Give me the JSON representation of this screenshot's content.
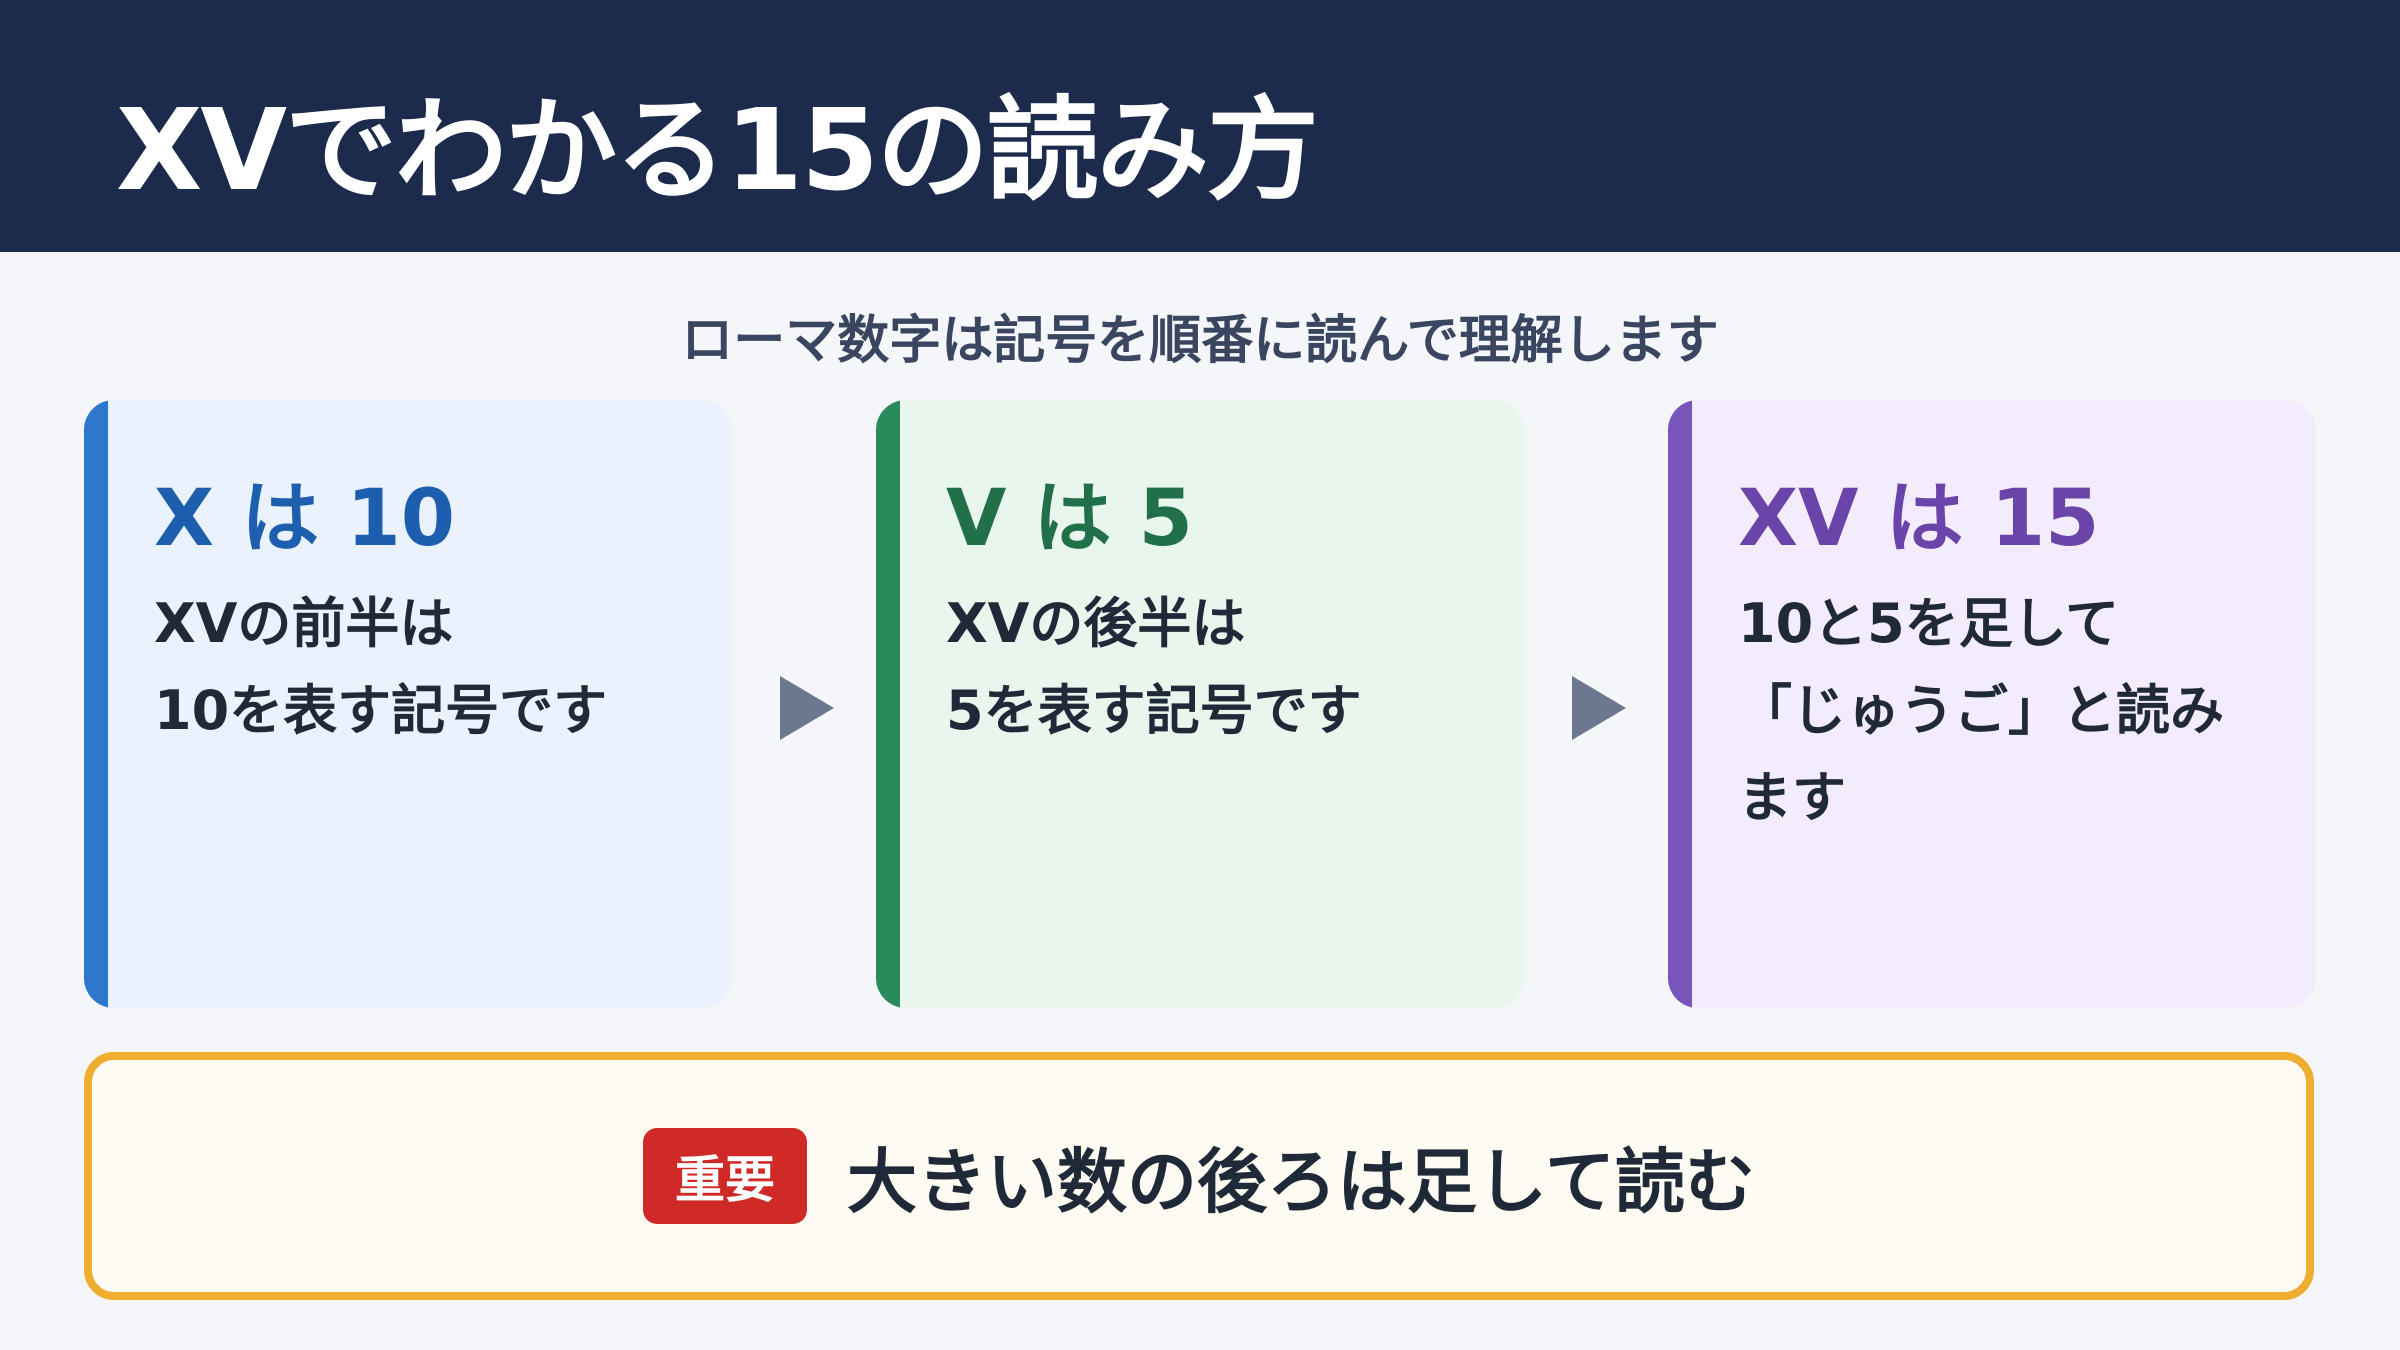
{
  "title": "XVでわかる15の読み方",
  "subtitle": "ローマ数字は記号を順番に読んで理解します",
  "cards": [
    {
      "heading": "X は 10",
      "lines": [
        "XVの前半は",
        "10を表す記号です"
      ],
      "accent": "#2d78cc"
    },
    {
      "heading": "V は 5",
      "lines": [
        "XVの後半は",
        "5を表す記号です"
      ],
      "accent": "#2a8a5c"
    },
    {
      "heading": "XV は 15",
      "lines": [
        "10と5を足して",
        "「じゅうご」と読み",
        "ます"
      ],
      "accent": "#7a55b9"
    }
  ],
  "callout": {
    "badge": "重要",
    "text": "大きい数の後ろは足して読む",
    "border_color": "#efad32",
    "badge_color": "#cf2a28"
  },
  "icons": [
    "arrow-right-icon",
    "arrow-right-icon"
  ]
}
